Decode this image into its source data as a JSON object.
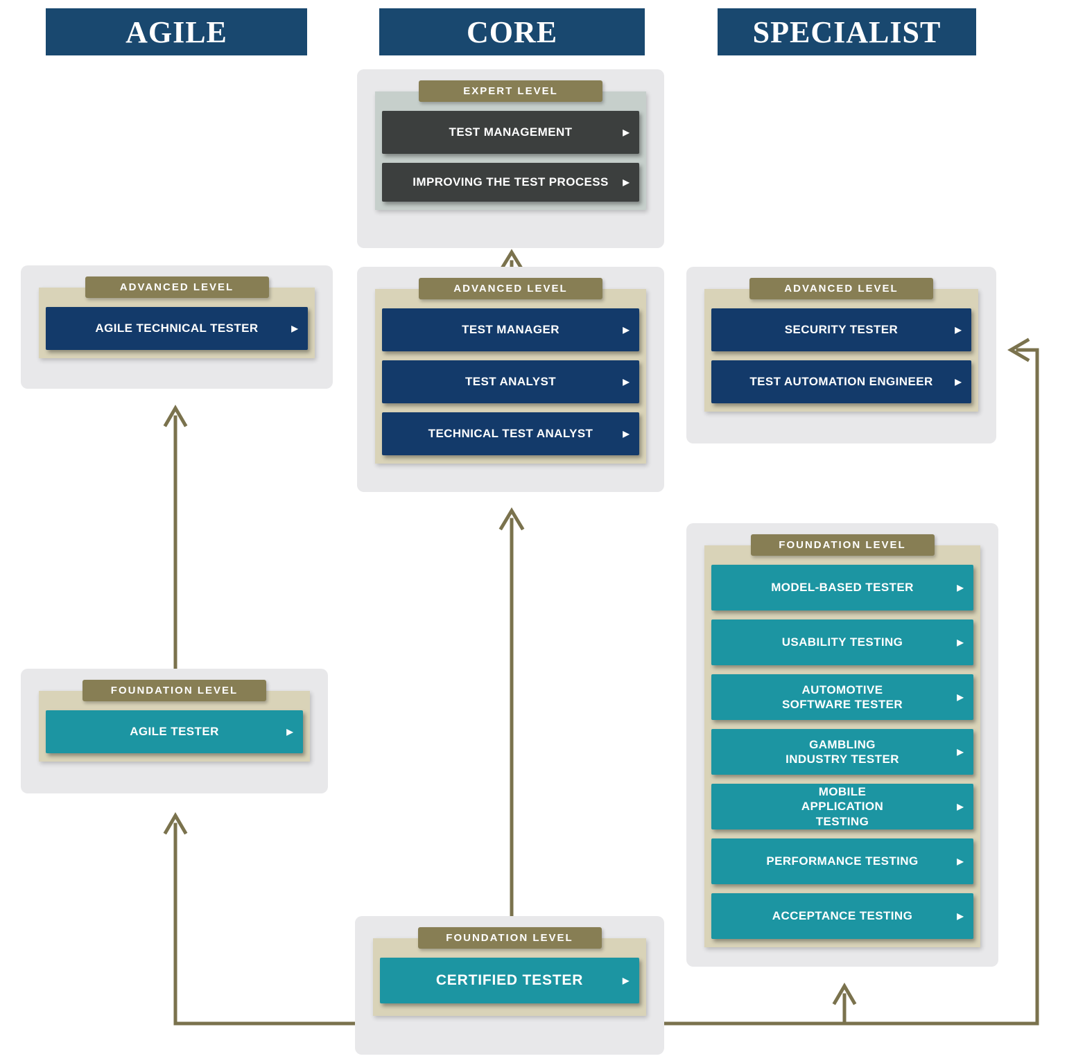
{
  "arrow_glyph": "▶",
  "colors": {
    "header_navy": "#19486f",
    "button_navy": "#133a6a",
    "button_teal": "#1c95a2",
    "button_dark": "#3c3f3e",
    "level_olive": "#877e54",
    "plate_beige": "#d9d3b8",
    "plate_expert_gray": "#c6cfcb",
    "panel_gray": "#e8e8ea",
    "arrow_olive": "#7a724d"
  },
  "headers": {
    "agile": "AGILE",
    "core": "CORE",
    "specialist": "SPECIALIST"
  },
  "panels": {
    "core_expert": {
      "level": "EXPERT LEVEL",
      "items": [
        "TEST MANAGEMENT",
        "IMPROVING THE TEST PROCESS"
      ]
    },
    "core_advanced": {
      "level": "ADVANCED LEVEL",
      "items": [
        "TEST MANAGER",
        "TEST ANALYST",
        "TECHNICAL TEST ANALYST"
      ]
    },
    "core_foundation": {
      "level": "FOUNDATION LEVEL",
      "items": [
        "CERTIFIED TESTER"
      ]
    },
    "agile_advanced": {
      "level": "ADVANCED LEVEL",
      "items": [
        "AGILE TECHNICAL TESTER"
      ]
    },
    "agile_foundation": {
      "level": "FOUNDATION LEVEL",
      "items": [
        "AGILE TESTER"
      ]
    },
    "specialist_advanced": {
      "level": "ADVANCED LEVEL",
      "items": [
        "SECURITY TESTER",
        "TEST AUTOMATION ENGINEER"
      ]
    },
    "specialist_foundation": {
      "level": "FOUNDATION LEVEL",
      "items": [
        "MODEL-BASED TESTER",
        "USABILITY TESTING",
        "AUTOMOTIVE SOFTWARE TESTER",
        "GAMBLING INDUSTRY TESTER",
        "MOBILE APPLICATION TESTING",
        "PERFORMANCE TESTING",
        "ACCEPTANCE TESTING"
      ]
    }
  }
}
